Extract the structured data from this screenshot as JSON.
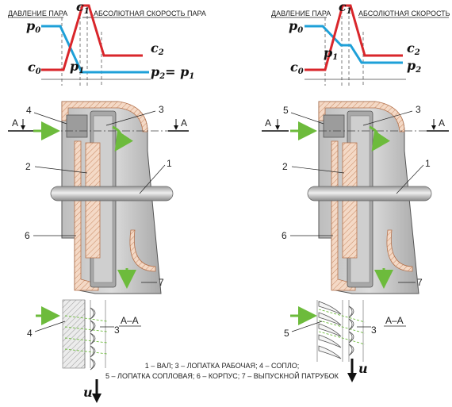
{
  "left_graph": {
    "pressure_label": "ДАВЛЕНИЕ ПАРА",
    "speed_label": "АБСОЛЮТНАЯ СКОРОСТЬ ПАРА",
    "c1": "c",
    "c1_sub": "1",
    "p0": "p",
    "p0_sub": "0",
    "c2": "c",
    "c2_sub": "2",
    "c0": "c",
    "c0_sub": "0",
    "p1": "p",
    "p1_sub": "1",
    "p2_eq": "p",
    "p2_eq_sub": "2",
    "p2_eq_mid": "= p",
    "p2_eq_sub2": "1"
  },
  "right_graph": {
    "pressure_label": "ДАВЛЕНИЕ ПАРА",
    "speed_label": "АБСОЛЮТНАЯ СКОРОСТЬ ПАРА",
    "c1": "c",
    "c1_sub": "1",
    "p0": "p",
    "p0_sub": "0",
    "p1": "p",
    "p1_sub": "1",
    "c2": "c",
    "c2_sub": "2",
    "c0": "c",
    "c0_sub": "0",
    "p2": "p",
    "p2_sub": "2"
  },
  "left_turbine": {
    "labels": [
      "4",
      "3",
      "2",
      "1",
      "6",
      "7"
    ],
    "section_mark": "A",
    "section_title": "A–A",
    "blade_label_nozzle": "4",
    "blade_label_rotor": "3",
    "speed_u": "u"
  },
  "right_turbine": {
    "labels": [
      "5",
      "3",
      "2",
      "1",
      "6",
      "7"
    ],
    "section_mark": "A",
    "section_title": "A–A",
    "blade_label_nozzle": "5",
    "blade_label_rotor": "3",
    "speed_u": "u"
  },
  "caption": {
    "line1": "1 – ВАЛ; 3 – ЛОПАТКА РАБОЧАЯ; 4 – СОПЛО;",
    "line2": "5 – ЛОПАТКА СОПЛОВАЯ; 6 – КОРПУС; 7 – ВЫПУСКНОЙ ПАТРУБОК"
  },
  "colors": {
    "speed_curve": "#d9262b",
    "pressure_curve": "#1ea0d8",
    "flow_arrow": "#6dbb3c",
    "housing": "#f4d9c6",
    "housing_line": "#b5734e",
    "metal": "#c9c9c9",
    "metal_dark": "#8c8c8c"
  }
}
